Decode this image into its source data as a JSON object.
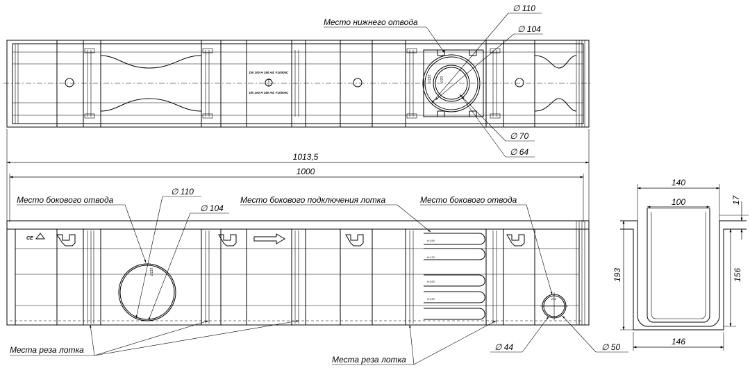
{
  "labels": {
    "bottom_outlet_place": "Место нижнего отвода",
    "side_outlet_place_left": "Место бокового отвода",
    "side_connection_place": "Место бокового подключения лотка",
    "side_outlet_place_right": "Место бокового отвода",
    "cut_places_left": "Места реза лотка",
    "cut_places_bottom": "Места реза лотка"
  },
  "dimensions": {
    "top_d110": "∅ 110",
    "top_d104": "∅ 104",
    "top_d70": "∅ 70",
    "top_d64": "∅ 64",
    "total_length": "1013,5",
    "nominal_length": "1000",
    "side_d110": "∅ 110",
    "side_d104": "∅ 104",
    "side_d44": "∅ 44",
    "side_d50": "∅ 50",
    "section_outer_top_width": "140",
    "section_inner_width": "100",
    "section_rim_height": "17",
    "section_total_height": "193",
    "section_inner_height": "156",
    "section_bottom_width": "146"
  },
  "markings": {
    "plan_marking_line1": "DN 100 H 190 Ad. F10000C",
    "plan_marking_line2": "DN 100 H 190 Ad. F10000C",
    "side_ce": "CE",
    "side_hole_mark": "∅110",
    "bottom_hole_mark_a": "∅110",
    "bottom_hole_mark_b": "∅70",
    "step_mark_1": "H:190",
    "step_mark_2": "H:170",
    "step_mark_3": "H:150",
    "step_mark_4": "H:130",
    "small_hole_mark": "∅50"
  }
}
